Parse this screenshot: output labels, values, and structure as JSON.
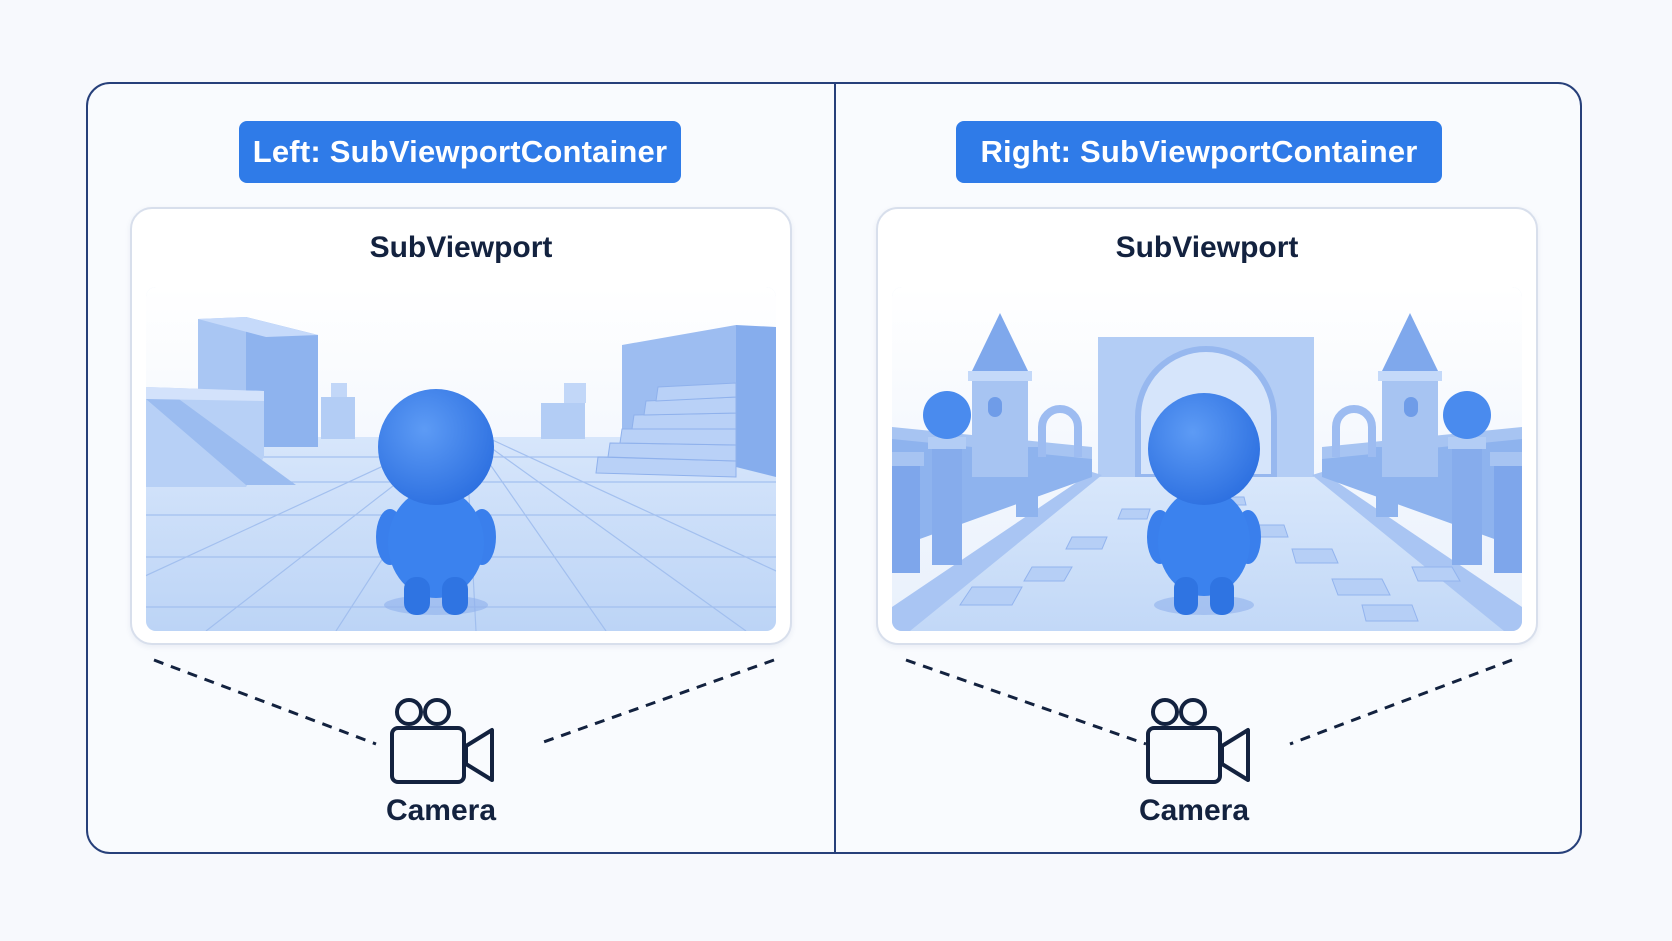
{
  "left_panel": {
    "container_label": "Left: SubViewportContainer",
    "viewport_title": "SubViewport",
    "camera_label": "Camera",
    "scene": "open plaza with blocks and stairs"
  },
  "right_panel": {
    "container_label": "Right: SubViewportContainer",
    "viewport_title": "SubViewport",
    "camera_label": "Camera",
    "scene": "castle courtyard with towers and arch"
  },
  "colors": {
    "accent": "#2f7be8",
    "border": "#27407a",
    "text": "#13223f",
    "scene_bg": "#dce9fb",
    "character": "#3b82ee"
  },
  "icons": [
    "video-camera-icon"
  ]
}
